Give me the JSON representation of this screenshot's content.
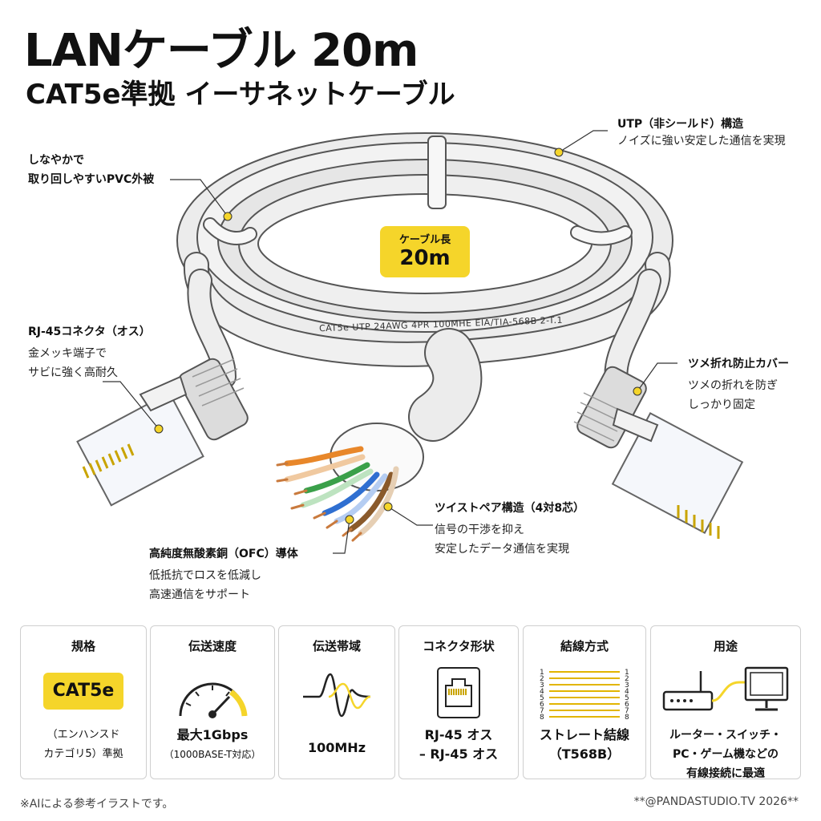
{
  "header": {
    "title": "LANケーブル 20m",
    "subtitle": "CAT5e準拠 イーサネットケーブル"
  },
  "length_badge": {
    "label": "ケーブル長",
    "value": "20m"
  },
  "cable_print": "CAT5e UTP 24AWG 4PR 100MHE EIA/TIA-568B 2-T.1",
  "callouts": [
    {
      "title": "UTP（非シールド）構造",
      "desc": [
        "ノイズに強い安定した通信を実現"
      ]
    },
    {
      "title": "",
      "desc": [
        "しなやかで",
        "取り回しやすいPVC外被"
      ]
    },
    {
      "title": "RJ-45コネクタ（オス）",
      "desc": [
        "金メッキ端子で",
        "サビに強く高耐久"
      ]
    },
    {
      "title": "ツメ折れ防止カバー",
      "desc": [
        "ツメの折れを防ぎ",
        "しっかり固定"
      ]
    },
    {
      "title": "ツイストペア構造（4対8芯）",
      "desc": [
        "信号の干渉を抑え",
        "安定したデータ通信を実現"
      ]
    },
    {
      "title": "高純度無酸素銅（OFC）導体",
      "desc": [
        "低抵抗でロスを低減し",
        "高速通信をサポート"
      ]
    }
  ],
  "specs": [
    {
      "title": "規格",
      "badge": "CAT5e",
      "text": [
        "（エンハンスド",
        "カテゴリ5）準拠"
      ]
    },
    {
      "title": "伝送速度",
      "text": [
        "最大1Gbps",
        "（1000BASE-T対応）"
      ]
    },
    {
      "title": "伝送帯域",
      "text": [
        "100MHz"
      ]
    },
    {
      "title": "コネクタ形状",
      "text": [
        "RJ-45 オス",
        "– RJ-45 オス"
      ]
    },
    {
      "title": "結線方式",
      "text": [
        "ストレート結線",
        "（T568B）"
      ],
      "pins": [
        "1",
        "2",
        "3",
        "4",
        "5",
        "6",
        "7",
        "8"
      ]
    },
    {
      "title": "用途",
      "text": [
        "ルーター・スイッチ・",
        "PC・ゲーム機などの",
        "有線接続に最適"
      ]
    }
  ],
  "footer": {
    "note": "※AIによる参考イラストです。",
    "credit": "**@PANDASTUDIO.TV 2026**"
  },
  "colors": {
    "accent": "#f5d52a",
    "cable": "#e9e9e9",
    "outline": "#555555"
  },
  "icons": [
    "speedometer-icon",
    "waveform-icon",
    "rj45-jack-icon",
    "wiring-diagram-icon",
    "router-icon",
    "monitor-icon"
  ]
}
